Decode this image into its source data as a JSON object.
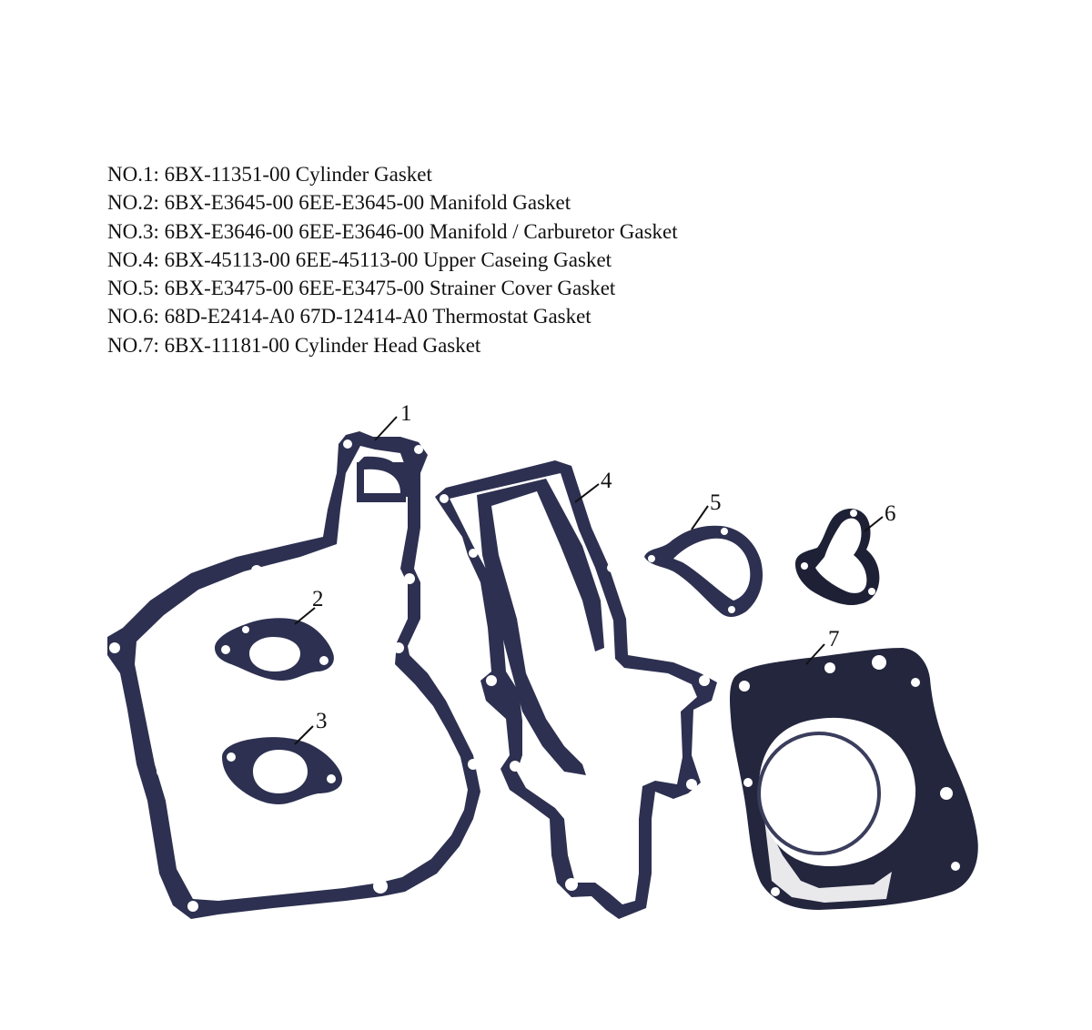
{
  "parts": [
    {
      "no": "NO.1:",
      "text": "6BX-11351-00 Cylinder Gasket"
    },
    {
      "no": "NO.2:",
      "text": "6BX-E3645-00 6EE-E3645-00 Manifold Gasket"
    },
    {
      "no": "NO.3:",
      "text": "6BX-E3646-00 6EE-E3646-00 Manifold / Carburetor Gasket"
    },
    {
      "no": "NO.4:",
      "text": "6BX-45113-00 6EE-45113-00 Upper Caseing Gasket"
    },
    {
      "no": "NO.5:",
      "text": "6BX-E3475-00 6EE-E3475-00 Strainer Cover Gasket"
    },
    {
      "no": "NO.6:",
      "text": "68D-E2414-A0 67D-12414-A0 Thermostat Gasket"
    },
    {
      "no": "NO.7:",
      "text": "6BX-11181-00 Cylinder Head Gasket"
    }
  ],
  "callouts": [
    "1",
    "2",
    "3",
    "4",
    "5",
    "6",
    "7"
  ],
  "colors": {
    "gasket": "#2d3050",
    "gasket_edge": "#1a1c30",
    "text": "#111111",
    "background": "#ffffff"
  }
}
